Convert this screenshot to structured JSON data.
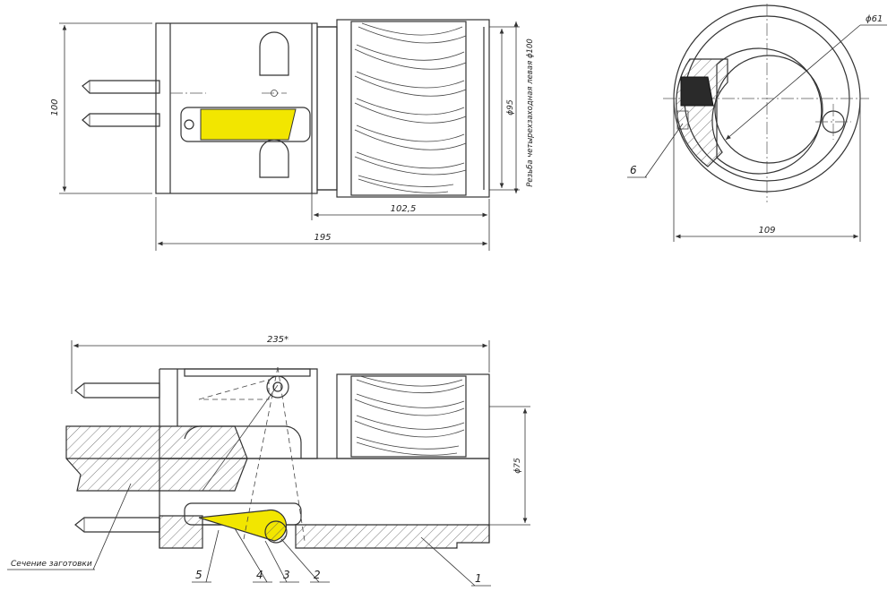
{
  "colors": {
    "line": "#333333",
    "highlight": "#f2e600",
    "background": "#ffffff"
  },
  "front_view": {
    "dim_height": "100",
    "dim_length_total": "195",
    "dim_thread_length": "102,5",
    "dim_diameter_inner": "ϕ95",
    "thread_note": "Резьба четырехзаходная левая ϕ100"
  },
  "side_view": {
    "dim_diameter": "ϕ61",
    "dim_width": "109",
    "callout_6": "6"
  },
  "section_view": {
    "dim_length": "235*",
    "dim_diameter": "ϕ75",
    "workpiece_label": "Сечение заготовки",
    "callouts": [
      "5",
      "4",
      "3",
      "2",
      "1"
    ]
  }
}
